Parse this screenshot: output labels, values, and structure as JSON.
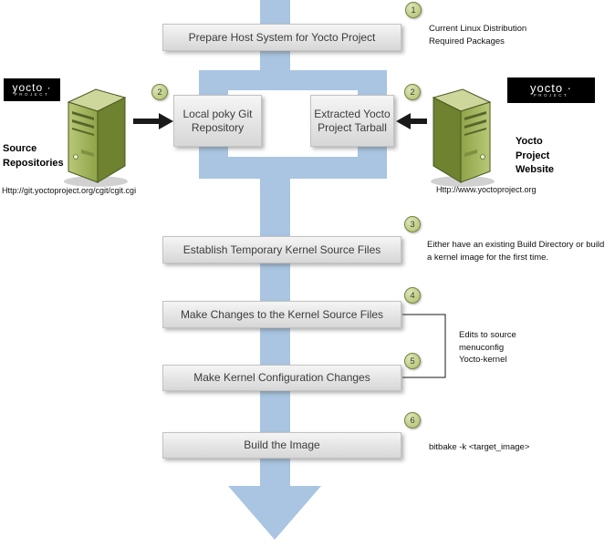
{
  "boxes": {
    "prepare": "Prepare Host System for Yocto Project",
    "local_poky": "Local poky Git\nRepository",
    "extracted": "Extracted Yocto\nProject Tarball",
    "establish": "Establish Temporary Kernel Source Files",
    "make_changes": "Make Changes to the Kernel Source Files",
    "kernel_config": "Make Kernel Configuration Changes",
    "build": "Build the Image"
  },
  "badges": {
    "step1": "1",
    "step2_left": "2",
    "step2_right": "2",
    "step3": "3",
    "step4": "4",
    "step5": "5",
    "step6": "6"
  },
  "notes": {
    "step1": "Current Linux Distribution\nRequired Packages",
    "step3": "Either have an existing Build Directory or build\na kernel image for the first time.",
    "edits": "Edits to source\nmenuconfig\nYocto-kernel",
    "step6": "bitbake -k <target_image>"
  },
  "left": {
    "logo_text": "yocto ·",
    "logo_sub": "PROJECT",
    "title": "Source\nRepositories",
    "url": "Http://git.yoctoproject.org/cgit/cgit.cgi"
  },
  "right": {
    "logo_text": "yocto ·",
    "logo_sub": "PROJECT",
    "title": "Yocto\nProject\nWebsite",
    "url": "Http://www.yoctoproject.org"
  },
  "colors": {
    "flow_arrow_blue": "#a9c5e1",
    "badge_green": "#c3d08e",
    "badge_border": "#75853f",
    "server_green_front": "#9fb35c",
    "server_green_side": "#6f8230",
    "server_green_top": "#cdd79b",
    "box_gray": "#e4e4e4",
    "logo_black": "#000000"
  }
}
